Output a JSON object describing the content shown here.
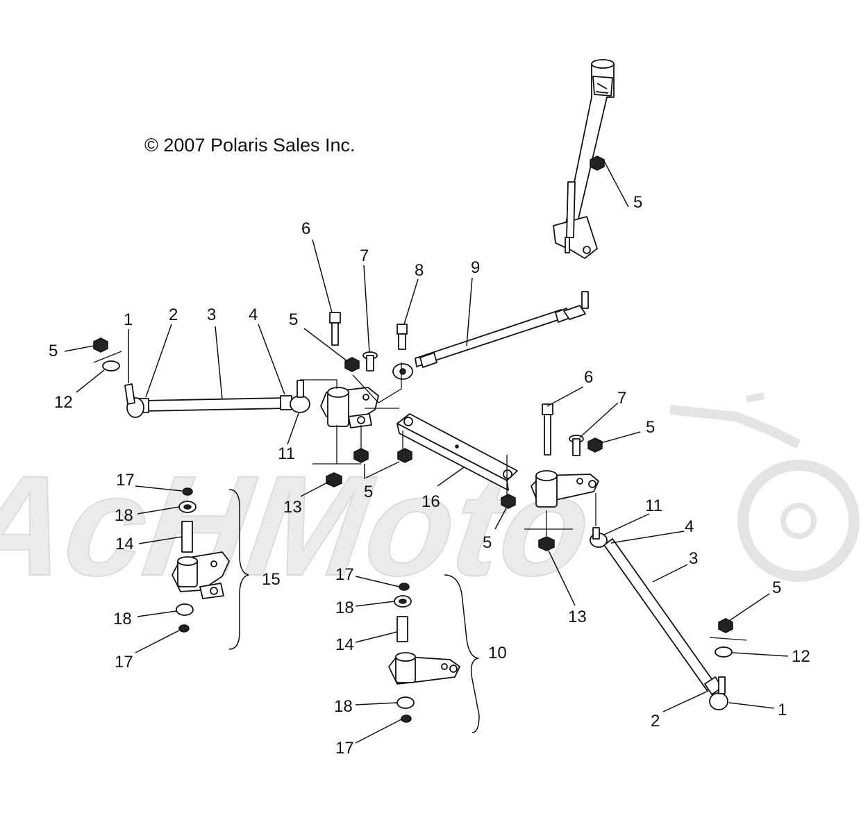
{
  "copyright": "© 2007 Polaris Sales Inc.",
  "watermark": {
    "text": "AcHMoto"
  },
  "colors": {
    "line": "#111111",
    "background": "#ffffff",
    "watermark": "#ebebeb"
  },
  "callouts": {
    "c1_left": "1",
    "c2_left": "2",
    "c3_left": "3",
    "c4_left": "4",
    "c5_left": "5",
    "c12_left": "12",
    "c6_top": "6",
    "c7_top": "7",
    "c8": "8",
    "c9": "9",
    "c5_top_mid": "5",
    "c5_column": "5",
    "c11_left": "11",
    "c13_left": "13",
    "c5_lower_mid": "5",
    "c16": "16",
    "c6_right": "6",
    "c7_right": "7",
    "c5_right_upper": "5",
    "c11_right": "11",
    "c4_right": "4",
    "c3_right": "3",
    "c5_right_mid": "5",
    "c13_right": "13",
    "c5_far_right": "5",
    "c12_right": "12",
    "c1_right": "1",
    "c2_right": "2",
    "c17_a": "17",
    "c18_a": "18",
    "c14_a": "14",
    "c15": "15",
    "c18_b": "18",
    "c17_b": "17",
    "c17_c": "17",
    "c18_c": "18",
    "c14_c": "14",
    "c10": "10",
    "c18_d": "18",
    "c17_d": "17"
  }
}
